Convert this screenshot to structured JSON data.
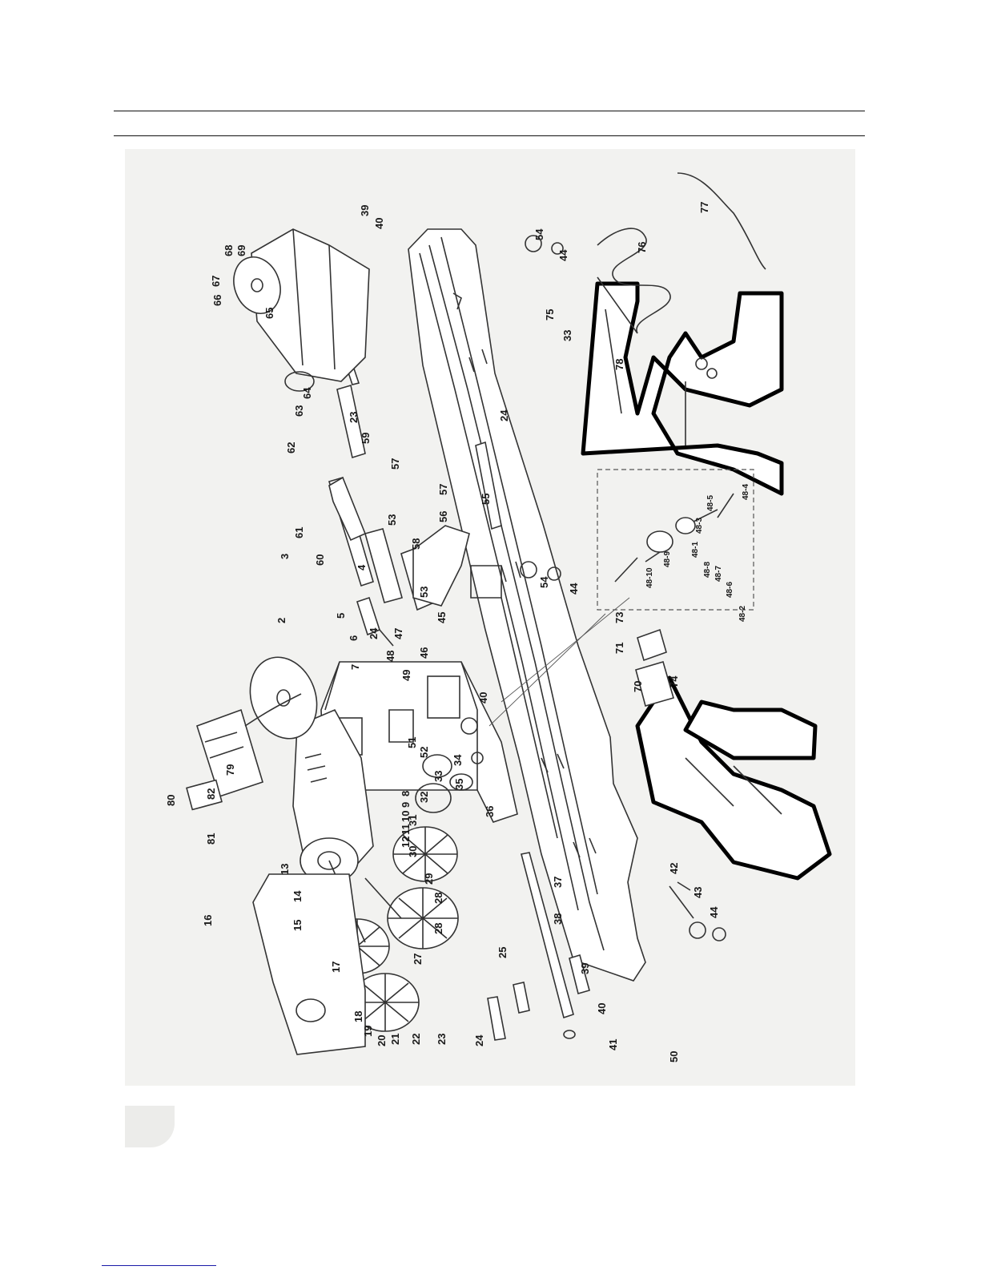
{
  "document": {
    "part_labels": [
      {
        "id": "p2",
        "text": "2"
      },
      {
        "id": "p3",
        "text": "3"
      },
      {
        "id": "p4",
        "text": "4"
      },
      {
        "id": "p5",
        "text": "5"
      },
      {
        "id": "p6",
        "text": "6"
      },
      {
        "id": "p7",
        "text": "7"
      },
      {
        "id": "p8",
        "text": "8"
      },
      {
        "id": "p9",
        "text": "9"
      },
      {
        "id": "p10",
        "text": "10"
      },
      {
        "id": "p11",
        "text": "11"
      },
      {
        "id": "p12",
        "text": "12"
      },
      {
        "id": "p13",
        "text": "13"
      },
      {
        "id": "p14",
        "text": "14"
      },
      {
        "id": "p15",
        "text": "15"
      },
      {
        "id": "p16",
        "text": "16"
      },
      {
        "id": "p17",
        "text": "17"
      },
      {
        "id": "p18",
        "text": "18"
      },
      {
        "id": "p19",
        "text": "19"
      },
      {
        "id": "p20",
        "text": "20"
      },
      {
        "id": "p21",
        "text": "21"
      },
      {
        "id": "p22",
        "text": "22"
      },
      {
        "id": "p23a",
        "text": "23"
      },
      {
        "id": "p23b",
        "text": "23"
      },
      {
        "id": "p24a",
        "text": "24"
      },
      {
        "id": "p24b",
        "text": "24"
      },
      {
        "id": "p24c",
        "text": "24"
      },
      {
        "id": "p25",
        "text": "25"
      },
      {
        "id": "p27",
        "text": "27"
      },
      {
        "id": "p28a",
        "text": "28"
      },
      {
        "id": "p28b",
        "text": "28"
      },
      {
        "id": "p29",
        "text": "29"
      },
      {
        "id": "p30",
        "text": "30"
      },
      {
        "id": "p31",
        "text": "31"
      },
      {
        "id": "p32",
        "text": "32"
      },
      {
        "id": "p33a",
        "text": "33"
      },
      {
        "id": "p33b",
        "text": "33"
      },
      {
        "id": "p34",
        "text": "34"
      },
      {
        "id": "p35",
        "text": "35"
      },
      {
        "id": "p36",
        "text": "36"
      },
      {
        "id": "p37",
        "text": "37"
      },
      {
        "id": "p38",
        "text": "38"
      },
      {
        "id": "p39a",
        "text": "39"
      },
      {
        "id": "p39b",
        "text": "39"
      },
      {
        "id": "p40a",
        "text": "40"
      },
      {
        "id": "p40b",
        "text": "40"
      },
      {
        "id": "p40c",
        "text": "40"
      },
      {
        "id": "p41",
        "text": "41"
      },
      {
        "id": "p42",
        "text": "42"
      },
      {
        "id": "p43",
        "text": "43"
      },
      {
        "id": "p44a",
        "text": "44"
      },
      {
        "id": "p44b",
        "text": "44"
      },
      {
        "id": "p44c",
        "text": "44"
      },
      {
        "id": "p45",
        "text": "45"
      },
      {
        "id": "p46",
        "text": "46"
      },
      {
        "id": "p47",
        "text": "47"
      },
      {
        "id": "p48",
        "text": "48"
      },
      {
        "id": "p48_1",
        "text": "48-1"
      },
      {
        "id": "p48_2",
        "text": "48-2"
      },
      {
        "id": "p48_3",
        "text": "48-3"
      },
      {
        "id": "p48_4",
        "text": "48-4"
      },
      {
        "id": "p48_5",
        "text": "48-5"
      },
      {
        "id": "p48_6",
        "text": "48-6"
      },
      {
        "id": "p48_7",
        "text": "48-7"
      },
      {
        "id": "p48_8",
        "text": "48-8"
      },
      {
        "id": "p48_9",
        "text": "48-9"
      },
      {
        "id": "p48_10",
        "text": "48-10"
      },
      {
        "id": "p49",
        "text": "49"
      },
      {
        "id": "p50",
        "text": "50"
      },
      {
        "id": "p51",
        "text": "51"
      },
      {
        "id": "p52",
        "text": "52"
      },
      {
        "id": "p53a",
        "text": "53"
      },
      {
        "id": "p53b",
        "text": "53"
      },
      {
        "id": "p54a",
        "text": "54"
      },
      {
        "id": "p54b",
        "text": "54"
      },
      {
        "id": "p55",
        "text": "55"
      },
      {
        "id": "p56",
        "text": "56"
      },
      {
        "id": "p57a",
        "text": "57"
      },
      {
        "id": "p57b",
        "text": "57"
      },
      {
        "id": "p58",
        "text": "58"
      },
      {
        "id": "p59",
        "text": "59"
      },
      {
        "id": "p60",
        "text": "60"
      },
      {
        "id": "p61",
        "text": "61"
      },
      {
        "id": "p62",
        "text": "62"
      },
      {
        "id": "p63",
        "text": "63"
      },
      {
        "id": "p64",
        "text": "64"
      },
      {
        "id": "p65",
        "text": "65"
      },
      {
        "id": "p66",
        "text": "66"
      },
      {
        "id": "p67",
        "text": "67"
      },
      {
        "id": "p68",
        "text": "68"
      },
      {
        "id": "p69",
        "text": "69"
      },
      {
        "id": "p70",
        "text": "70"
      },
      {
        "id": "p71",
        "text": "71"
      },
      {
        "id": "p73",
        "text": "73"
      },
      {
        "id": "p74",
        "text": "74"
      },
      {
        "id": "p75",
        "text": "75"
      },
      {
        "id": "p76",
        "text": "76"
      },
      {
        "id": "p77",
        "text": "77"
      },
      {
        "id": "p78",
        "text": "78"
      },
      {
        "id": "p79",
        "text": "79"
      },
      {
        "id": "p80",
        "text": "80"
      },
      {
        "id": "p81",
        "text": "81"
      },
      {
        "id": "p82",
        "text": "82"
      }
    ]
  }
}
